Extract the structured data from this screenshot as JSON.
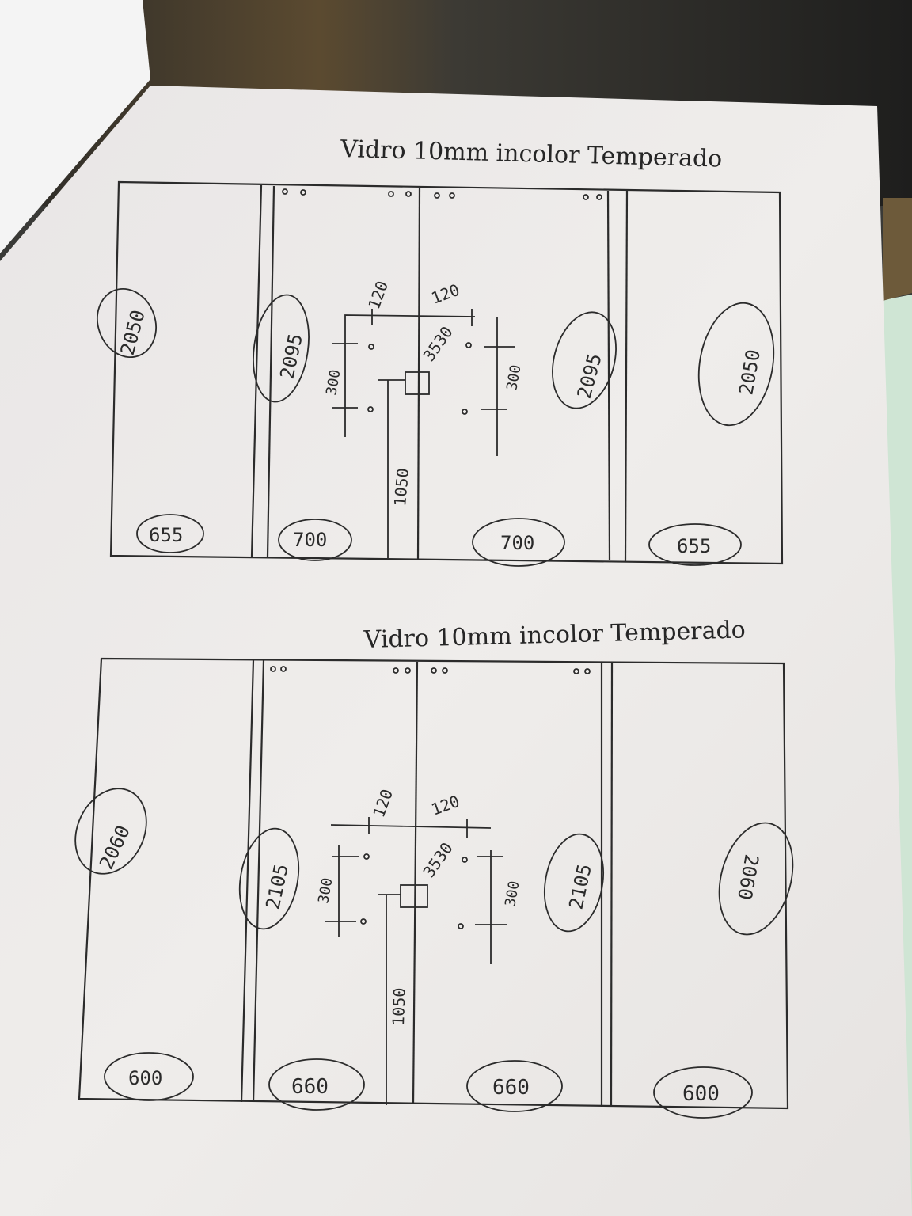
{
  "colors": {
    "paper": "#eeebe9",
    "ink": "#2b2b2b",
    "background": "#3a3a37",
    "green_sheet": "#cfe5d4",
    "white_sheet": "#f7f7f7"
  },
  "sheet": {
    "drawings": [
      {
        "title": "Vidro 10mm incolor Temperado",
        "heights": [
          "2050",
          "2095",
          "2095",
          "2050"
        ],
        "widths": [
          "655",
          "700",
          "700",
          "655"
        ],
        "center": {
          "spacing_left": "120",
          "spacing_right": "120",
          "hole_dist_left": "300",
          "hole_dist_right": "300",
          "diagonal": "3530",
          "handle_height": "1050"
        }
      },
      {
        "title": "Vidro 10mm incolor Temperado",
        "heights": [
          "2060",
          "2105",
          "2105",
          "2060"
        ],
        "widths": [
          "600",
          "660",
          "660",
          "600"
        ],
        "center": {
          "spacing_left": "120",
          "spacing_right": "120",
          "hole_dist_left": "300",
          "hole_dist_right": "300",
          "diagonal": "3530",
          "handle_height": "1050"
        }
      }
    ]
  }
}
